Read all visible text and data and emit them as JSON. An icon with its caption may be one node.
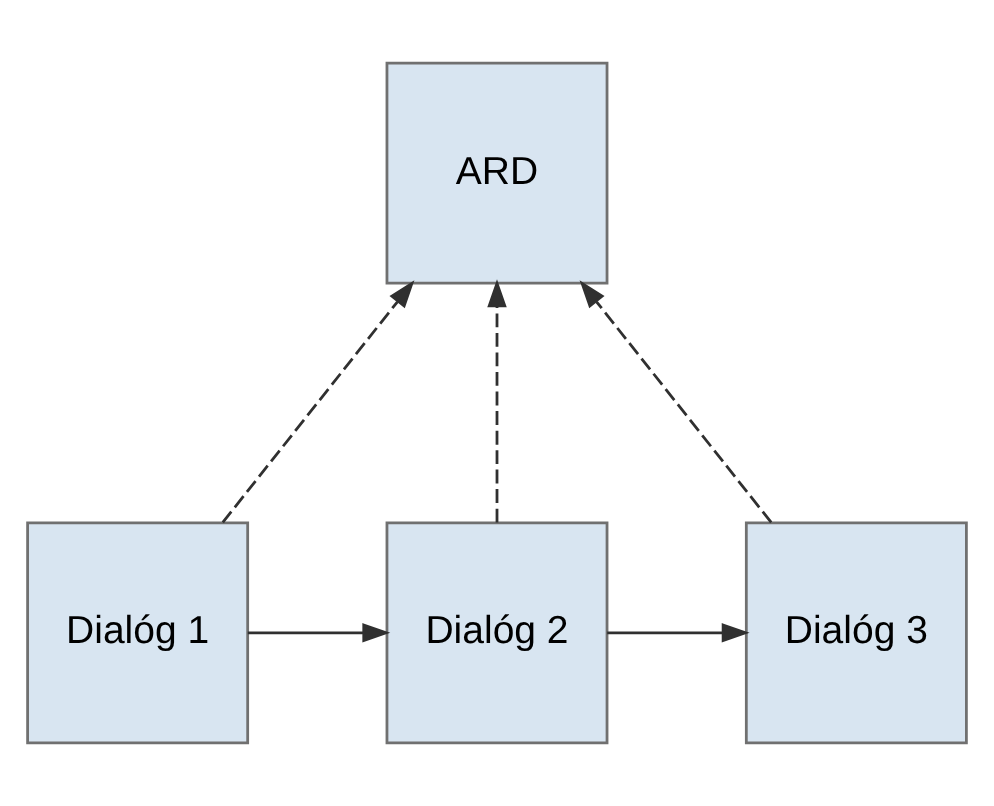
{
  "diagram": {
    "nodes": [
      {
        "text": [
          "ARD"
        ]
      },
      {
        "text": [
          "Dialóg 1"
        ]
      },
      {
        "text": [
          "Dialóg 2"
        ]
      },
      {
        "text": [
          "Dialóg 3"
        ]
      }
    ],
    "edges": [
      {
        "from": 1,
        "to": 0,
        "arrow": "to",
        "style": "dashed"
      },
      {
        "from": 2,
        "to": 0,
        "arrow": "to",
        "style": "dashed"
      },
      {
        "from": 3,
        "to": 0,
        "arrow": "to",
        "style": "dashed"
      },
      {
        "from": 1,
        "to": 2,
        "arrow": "to"
      },
      {
        "from": 2,
        "to": 3,
        "arrow": "to"
      }
    ]
  }
}
